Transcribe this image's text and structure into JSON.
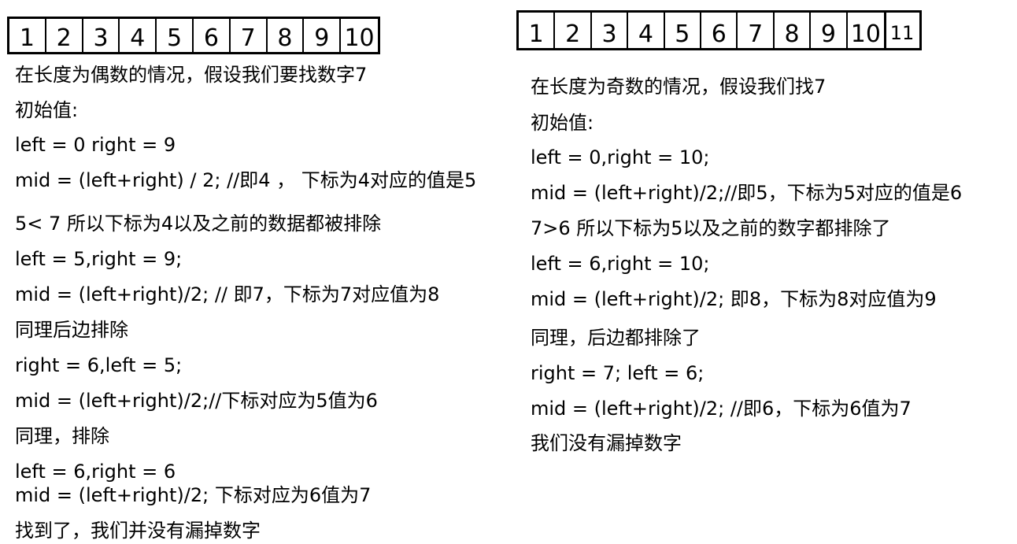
{
  "left_array": [
    "1",
    "2",
    "3",
    "4",
    "5",
    "6",
    "7",
    "8",
    "9",
    "10"
  ],
  "right_array": [
    "1",
    "2",
    "3",
    "4",
    "5",
    "6",
    "7",
    "8",
    "9",
    "10"
  ],
  "right_extra": "11",
  "left_lines": [
    "在长度为偶数的情况，假设我们要找数字7",
    "初始值:",
    "left = 0  right = 9",
    "mid = (left+right) / 2; //即4 ， 下标为4对应的值是5",
    "5< 7 所以下标为4以及之前的数据都被排除",
    "left = 5,right = 9;",
    "mid = (left+right)/2; // 即7，下标为7对应值为8",
    "同理后边排除",
    "right = 6,left = 5;",
    "mid = (left+right)/2;//下标对应为5值为6",
    "同理，排除",
    "left = 6,right = 6",
    "mid = (left+right)/2;  下标对应为6值为7",
    "找到了，我们并没有漏掉数字"
  ],
  "right_lines": [
    "在长度为奇数的情况，假设我们找7",
    "初始值:",
    "left = 0,right = 10;",
    "mid = (left+right)/2;//即5，下标为5对应的值是6",
    "7>6 所以下标为5以及之前的数字都排除了",
    "left = 6,right = 10;",
    "mid = (left+right)/2; 即8，下标为8对应值为9",
    "同理，后边都排除了",
    "right = 7;  left = 6;",
    "mid = (left+right)/2; //即6，下标为6值为7",
    "我们没有漏掉数字"
  ]
}
